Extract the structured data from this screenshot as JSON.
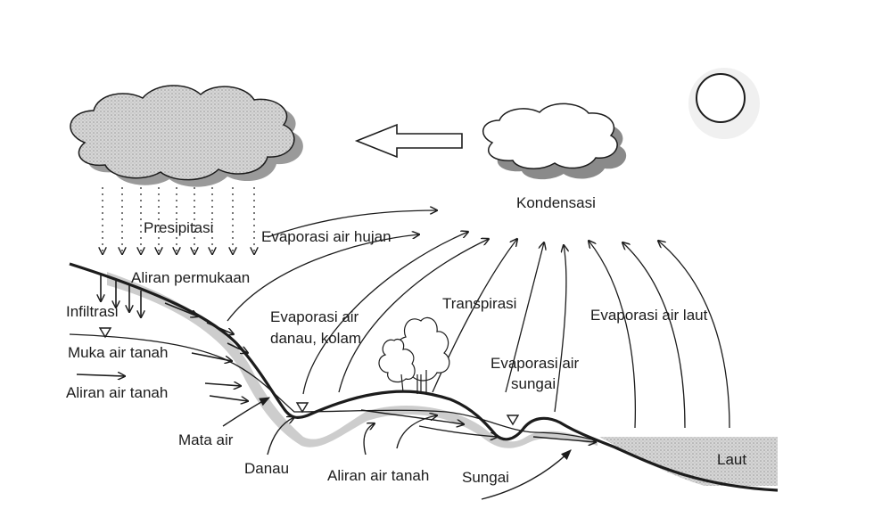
{
  "labels": {
    "kondensasi": "Kondensasi",
    "presipitasi": "Presipitasi",
    "evaporasi_hujan": "Evaporasi air hujan",
    "aliran_permukaan": "Aliran permukaan",
    "infiltrasi": "Infiltrasi",
    "muka_air_tanah": "Muka air tanah",
    "aliran_air_tanah_left": "Aliran air tanah",
    "evaporasi_danau_line1": "Evaporasi air",
    "evaporasi_danau_line2": "danau, kolam",
    "transpirasi": "Transpirasi",
    "evaporasi_sungai_line1": "Evaporasi air",
    "evaporasi_sungai_line2": "sungai",
    "evaporasi_laut": "Evaporasi air laut",
    "mata_air": "Mata air",
    "danau": "Danau",
    "aliran_air_tanah_bottom": "Aliran air tanah",
    "sungai": "Sungai",
    "laut": "Laut"
  },
  "colors": {
    "ink": "#1c1c1c",
    "shading": "#b9b9b9",
    "cloud_shadow": "#8a8a8a",
    "sea": "#d3d3d3"
  }
}
